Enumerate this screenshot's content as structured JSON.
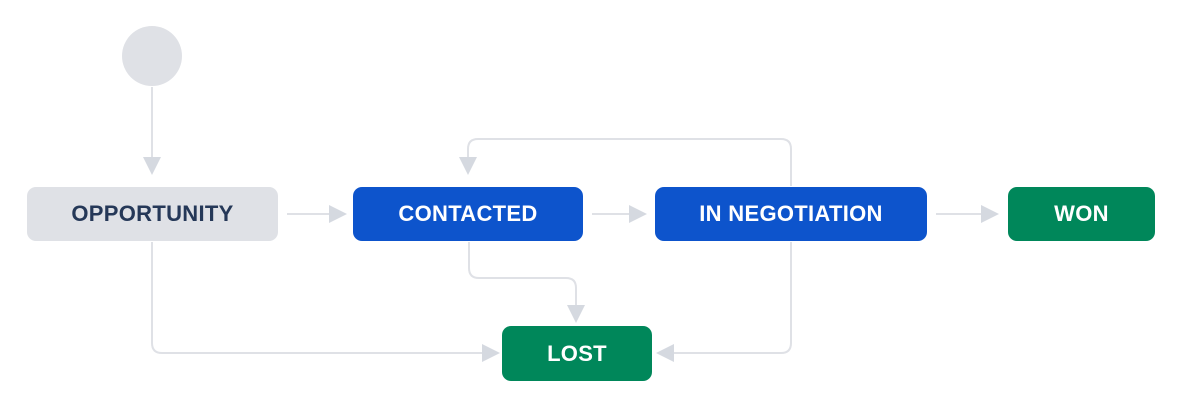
{
  "diagram": {
    "type": "workflow",
    "background": "#ffffff",
    "connector": {
      "line_color": "#dfe1e6",
      "arrowhead_color": "#d5d9e0"
    },
    "nodes": {
      "start": {
        "shape": "circle",
        "color": "#dfe1e6"
      },
      "opportunity": {
        "label": "OPPORTUNITY",
        "bg": "#dfe1e6",
        "text_color": "#253858"
      },
      "contacted": {
        "label": "CONTACTED",
        "bg": "#0d54cc",
        "text_color": "#ffffff"
      },
      "in_negotiation": {
        "label": "IN NEGOTIATION",
        "bg": "#0d54cc",
        "text_color": "#ffffff"
      },
      "won": {
        "label": "WON",
        "bg": "#00875a",
        "text_color": "#ffffff"
      },
      "lost": {
        "label": "LOST",
        "bg": "#00875a",
        "text_color": "#ffffff"
      }
    },
    "transitions": [
      {
        "from": "start",
        "to": "opportunity"
      },
      {
        "from": "opportunity",
        "to": "contacted"
      },
      {
        "from": "contacted",
        "to": "in_negotiation"
      },
      {
        "from": "in_negotiation",
        "to": "won"
      },
      {
        "from": "in_negotiation",
        "to": "contacted"
      },
      {
        "from": "contacted",
        "to": "lost"
      },
      {
        "from": "in_negotiation",
        "to": "lost"
      },
      {
        "from": "opportunity",
        "to": "lost"
      }
    ]
  }
}
